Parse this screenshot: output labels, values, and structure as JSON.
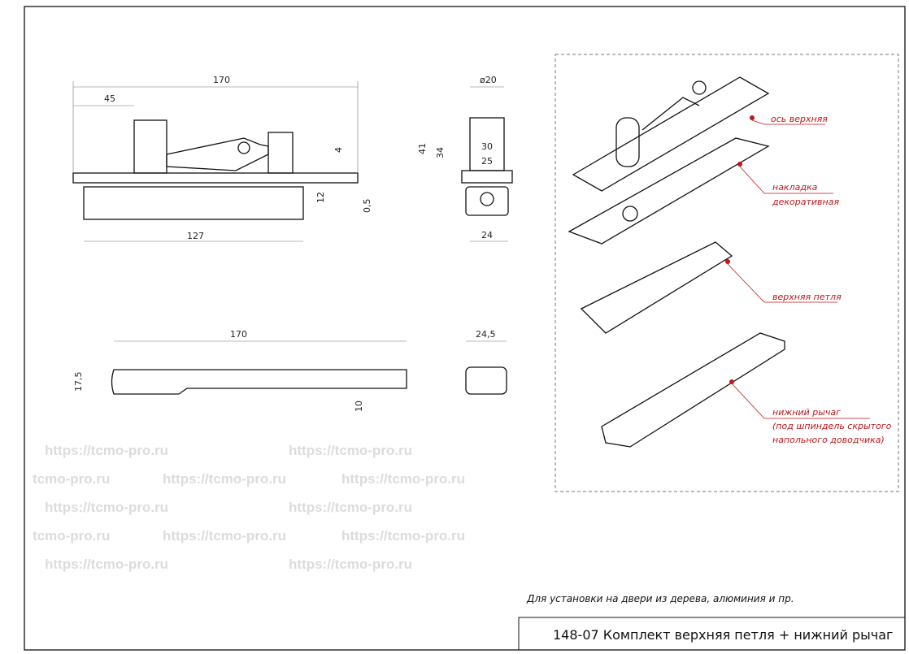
{
  "watermark": "https://tcmo-pro.ru",
  "watermark_short": "tcmo-pro.ru",
  "dimensions": {
    "top_length": "170",
    "top_offset": "45",
    "top_h4": "4",
    "top_h12": "12",
    "top_h05": "0,5",
    "top_base": "127",
    "side_dia": "ø20",
    "side_41": "41",
    "side_34": "34",
    "side_30": "30",
    "side_25": "25",
    "side_24": "24",
    "lever_length": "170",
    "lever_h": "17,5",
    "lever_h10": "10",
    "lever_w": "24,5"
  },
  "callouts": {
    "axis": "ось верхняя",
    "plate_1": "накладка",
    "plate_2": "декоративная",
    "hinge": "верхняя петля",
    "lever_1": "нижний рычаг",
    "lever_2": "(под шпиндель скрытого",
    "lever_3": "напольного доводчика)"
  },
  "note": "Для установки на двери из дерева, алюминия и пр.",
  "title": "148-07  Комплект верхняя петля + нижний рычаг",
  "colors": {
    "accent": "#c0161b"
  }
}
